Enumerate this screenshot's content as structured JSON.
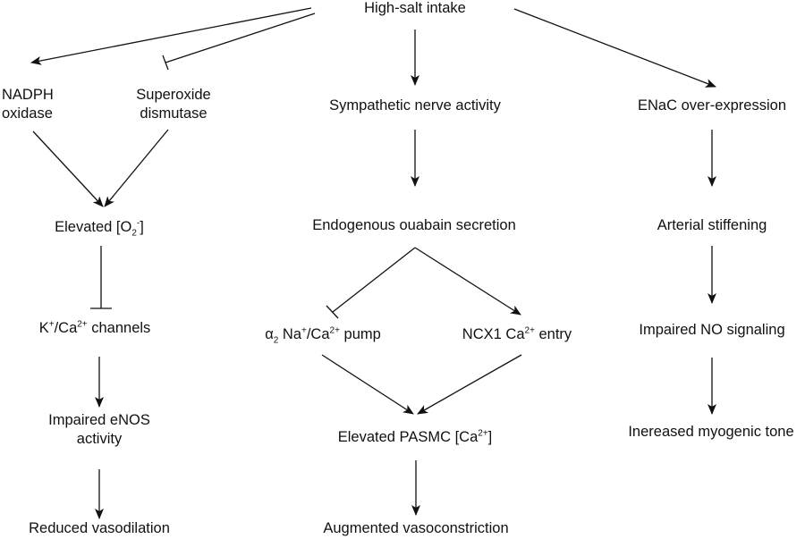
{
  "nodes": {
    "high_salt": "High-salt intake",
    "nadph_1": "NADPH",
    "nadph_2": "oxidase",
    "sod_1": "Superoxide",
    "sod_2": "dismutase",
    "sympathetic": "Sympathetic nerve activity",
    "enac": "ENaC over-expression",
    "o2_pre": "Elevated [O",
    "o2_sub": "2",
    "o2_sup": "-",
    "o2_post": "]",
    "ouabain": "Endogenous ouabain secretion",
    "arterial": "Arterial stiffening",
    "kca_k": "K",
    "kca_plus": "+",
    "kca_mid": "/Ca",
    "kca_sup": "2+",
    "kca_post": " channels",
    "pump_alpha": "α",
    "pump_sub": "2",
    "pump_na": " Na",
    "pump_plus": "+",
    "pump_mid": "/Ca",
    "pump_sup": "2+",
    "pump_post": " pump",
    "ncx_pre": "NCX1 Ca",
    "ncx_sup": "2+",
    "ncx_post": " entry",
    "no_signal": "Impaired NO signaling",
    "enos_1": "Impaired eNOS",
    "enos_2": "activity",
    "pasmc_pre": "Elevated PASMC [Ca",
    "pasmc_sup": "2+",
    "pasmc_post": "]",
    "myogenic": "Inereased myogenic tone",
    "vasodilation": "Reduced vasodilation",
    "vasoconstriction": "Augmented vasoconstriction"
  }
}
